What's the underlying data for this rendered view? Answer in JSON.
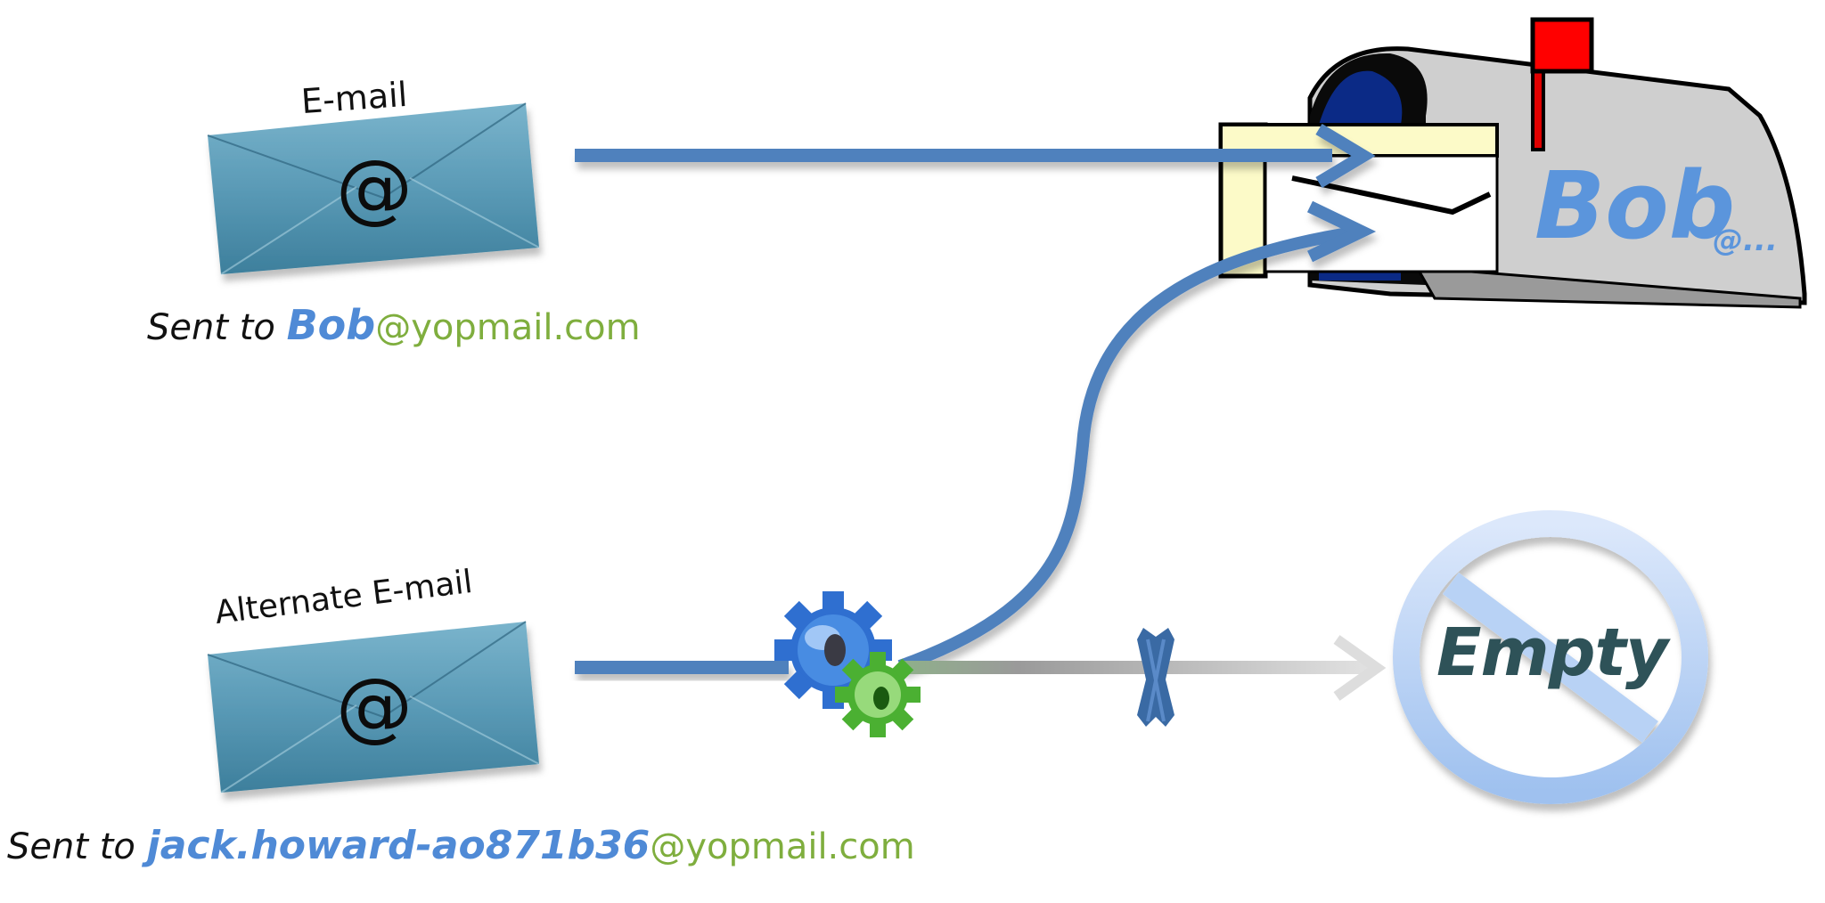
{
  "primary": {
    "label": "E-mail",
    "envelope_icon": "at-envelope-icon",
    "sent_prefix": "Sent to ",
    "recipient_name": "Bob",
    "recipient_domain": "@yopmail.com"
  },
  "alternate": {
    "label": "Alternate E-mail",
    "envelope_icon": "at-envelope-icon",
    "sent_prefix": "Sent to ",
    "recipient_name": "jack.howard-ao871b36",
    "recipient_domain": "@yopmail.com"
  },
  "mailbox": {
    "icon": "mailbox-icon",
    "owner": "Bob",
    "owner_suffix": "@...",
    "flag_color": "#ff0000"
  },
  "processor": {
    "icon": "gears-icon"
  },
  "blocked": {
    "icon": "x-mark-icon"
  },
  "empty_box": {
    "icon": "no-entry-icon",
    "label": "Empty"
  },
  "colors": {
    "arrow": "#4f81bd",
    "name_blue": "#4f8ad6",
    "domain_green": "#7fae3e",
    "envelope": "#4a90ad",
    "empty_ring": "#a9c8f0"
  }
}
